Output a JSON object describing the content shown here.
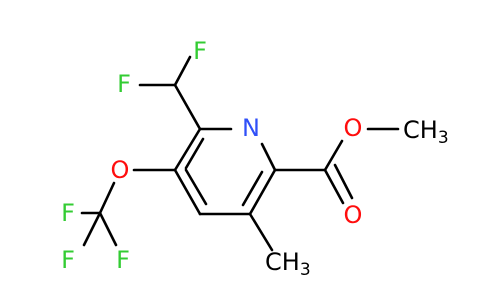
{
  "molecule": {
    "atoms": [
      {
        "id": "F_top",
        "text": "F",
        "color": "#33cc33"
      },
      {
        "id": "F_left",
        "text": "F",
        "color": "#33cc33"
      },
      {
        "id": "N",
        "text": "N",
        "color": "#3050f8"
      },
      {
        "id": "O_ether",
        "text": "O",
        "color": "#ff0d0d"
      },
      {
        "id": "O_methoxy",
        "text": "O",
        "color": "#ff0d0d"
      },
      {
        "id": "O_carbonyl",
        "text": "O",
        "color": "#ff0d0d"
      },
      {
        "id": "F_cf3_a",
        "text": "F",
        "color": "#33cc33"
      },
      {
        "id": "F_cf3_b",
        "text": "F",
        "color": "#33cc33"
      },
      {
        "id": "F_cf3_c",
        "text": "F",
        "color": "#33cc33"
      }
    ],
    "methyl_ester": {
      "main": "CH",
      "sub": "3",
      "color": "#000000"
    },
    "methyl_ring": {
      "main": "CH",
      "sub": "3",
      "color": "#000000"
    },
    "bond_color": "#000000"
  }
}
